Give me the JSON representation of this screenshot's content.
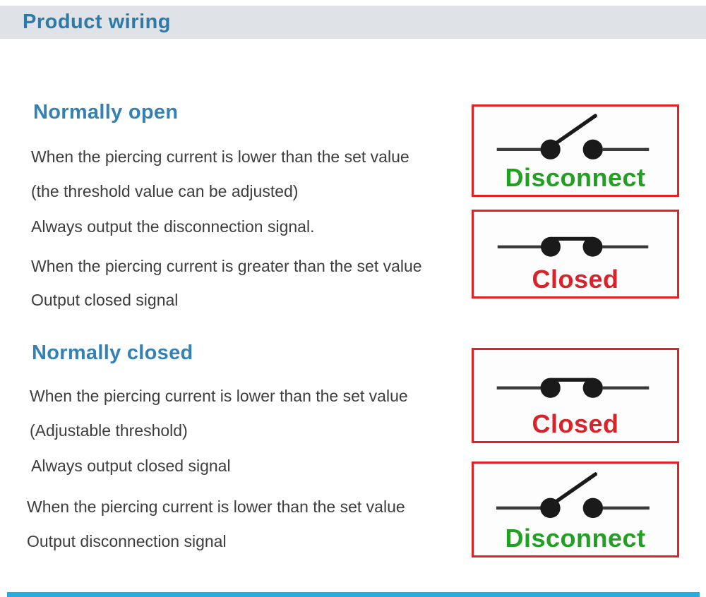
{
  "header": {
    "title": "Product wiring"
  },
  "sections": [
    {
      "heading": "Normally open",
      "lines": [
        "When the piercing current is lower than the set value",
        "(the threshold value can be adjusted)",
        "Always output the disconnection signal.",
        "When the piercing current is greater than the set value",
        "Output closed signal"
      ]
    },
    {
      "heading": "Normally closed",
      "lines": [
        "When the piercing current is lower than the set value",
        "(Adjustable threshold)",
        "Always output closed signal",
        "When the piercing current is lower than the set value",
        "Output disconnection signal"
      ]
    }
  ],
  "diagrams": [
    {
      "switch_state": "open",
      "label": "Disconnect"
    },
    {
      "switch_state": "closed",
      "label": "Closed"
    },
    {
      "switch_state": "closed",
      "label": "Closed"
    },
    {
      "switch_state": "open",
      "label": "Disconnect"
    }
  ],
  "colors": {
    "header_bar_bg": "#dfe2e6",
    "header_title": "#2d7aa9",
    "section_heading": "#3381b5",
    "body_text": "#3d3d3d",
    "box_border": "#e02222",
    "disconnect_label": "#21a121",
    "closed_label": "#d8232a",
    "switch_symbol": "#1a1a1a",
    "bottom_bar": "#29abe2"
  }
}
